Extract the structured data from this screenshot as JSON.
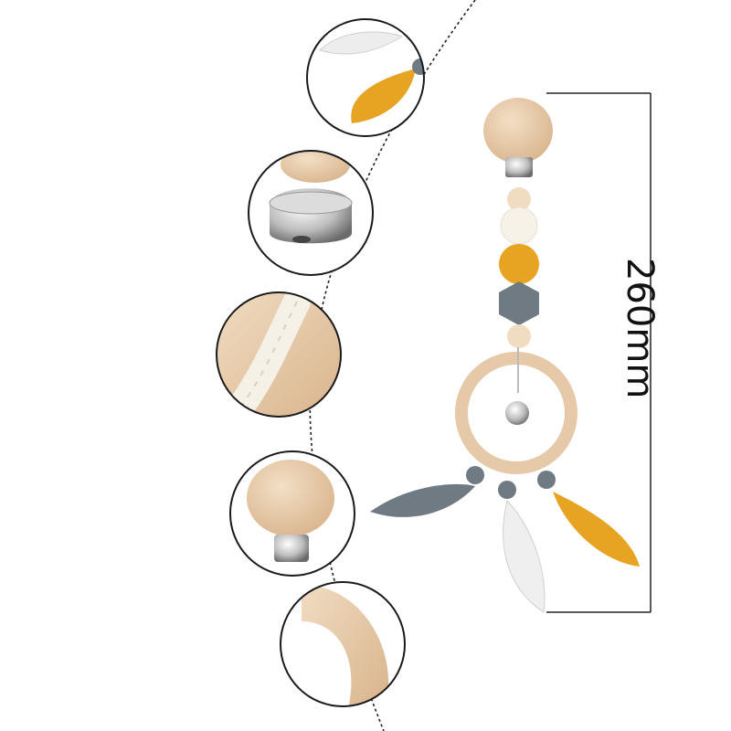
{
  "product_image": {
    "dimension_label": "260mm",
    "detail_callouts": [
      {
        "name": "silicone-feathers"
      },
      {
        "name": "metal-bell"
      },
      {
        "name": "cotton-cord"
      },
      {
        "name": "wooden-clip"
      },
      {
        "name": "beech-wood-ring"
      }
    ],
    "colors": {
      "beech_wood": "#e6c9a8",
      "mustard": "#e7a322",
      "slate_gray": "#6f7a83",
      "cream": "#f6f1e7",
      "metal": "#c9c9c9",
      "outline": "#1a1a1a"
    }
  }
}
